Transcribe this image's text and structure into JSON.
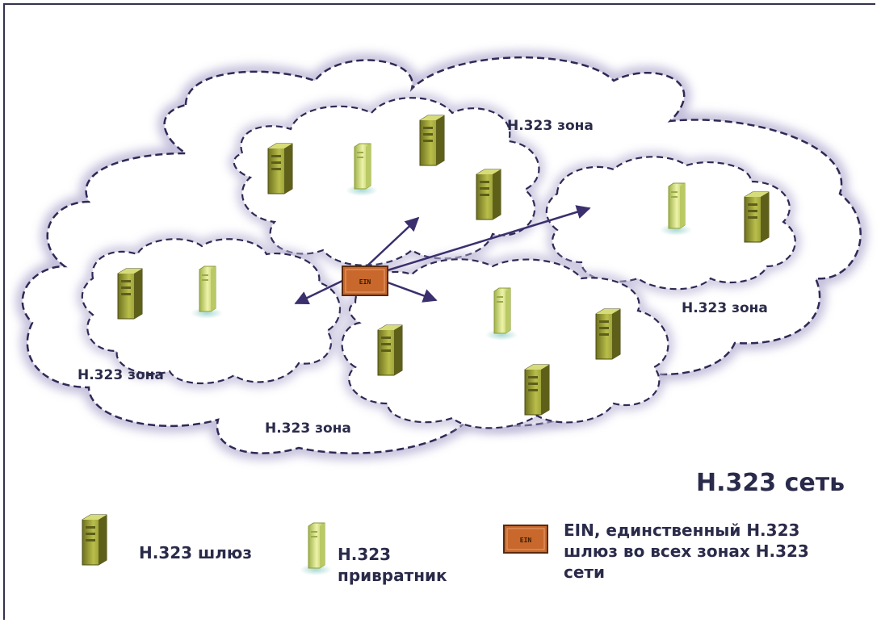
{
  "diagram": {
    "network_label": "H.323 сеть",
    "zones": [
      {
        "id": "top",
        "label": "H.323 зона"
      },
      {
        "id": "right",
        "label": "H.323 зона"
      },
      {
        "id": "left",
        "label": "H.323 зона"
      },
      {
        "id": "bottom",
        "label": "H.323 зона"
      }
    ],
    "ein_node_label": "EIN",
    "legend": {
      "gateway": "H.323 шлюз",
      "gatekeeper_line1": "H.323",
      "gatekeeper_line2": "привратник",
      "ein_line1": "EIN, единственный H.323",
      "ein_line2": "шлюз во всех зонах  H.323",
      "ein_line3": "сети",
      "ein_icon_label": "EIN"
    }
  },
  "colors": {
    "cloud_stroke": "#2e2a55",
    "cloud_glow": "#b8b2d4",
    "arrow": "#3b2f6e",
    "ein_fill": "#c8682c",
    "gateway_body": "#a8ad3c",
    "gatekeeper_body": "#d7e58a",
    "text": "#2a2a4a"
  }
}
